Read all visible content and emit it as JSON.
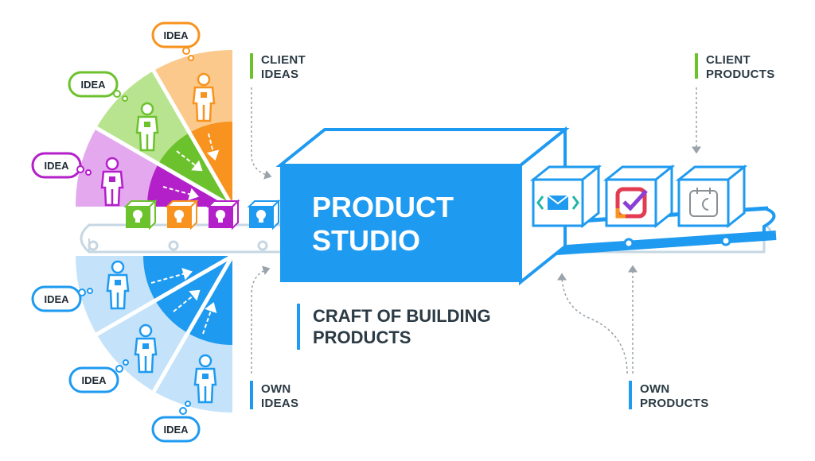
{
  "studio": {
    "line1": "PRODUCT",
    "line2": "STUDIO"
  },
  "craft": {
    "line1": "CRAFT OF BUILDING",
    "line2": "PRODUCTS"
  },
  "labels": {
    "client_ideas": [
      "CLIENT",
      "IDEAS"
    ],
    "own_ideas": [
      "OWN",
      "IDEAS"
    ],
    "client_products": [
      "CLIENT",
      "PRODUCTS"
    ],
    "own_products": [
      "OWN",
      "PRODUCTS"
    ]
  },
  "bubbles": [
    "IDEA",
    "IDEA",
    "IDEA",
    "IDEA",
    "IDEA",
    "IDEA"
  ],
  "colors": {
    "blue": "#1e9af0",
    "orange": "#f7931e",
    "green": "#6cc22c",
    "purple": "#b31fc9",
    "light_blue": "#c4e3fb",
    "client_accent": "#6cc22c",
    "own_accent": "#1e9af0"
  },
  "icons": [
    "lightbulb-icon",
    "envelope-code-icon",
    "checkmark-icon",
    "calendar-icon"
  ]
}
